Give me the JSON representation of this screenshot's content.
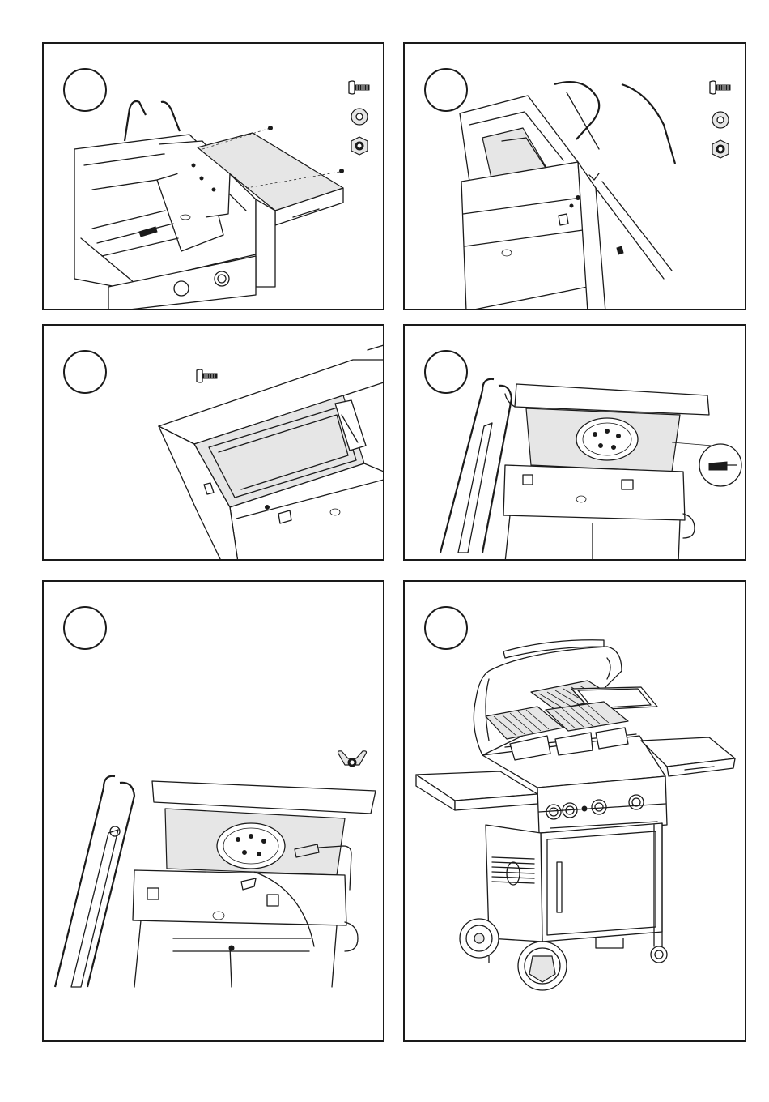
{
  "panels": [
    {
      "id": "p1",
      "step_label": "",
      "hardware_icons": [
        "screw-icon",
        "washer-icon",
        "nut-icon"
      ]
    },
    {
      "id": "p2",
      "step_label": "",
      "hardware_icons": [
        "screw-icon",
        "washer-icon",
        "nut-icon"
      ]
    },
    {
      "id": "p3",
      "step_label": "",
      "hardware_icons": [
        "screw-icon"
      ]
    },
    {
      "id": "p4",
      "step_label": "",
      "hardware_icons": [
        "igniter-icon"
      ]
    },
    {
      "id": "p5",
      "step_label": "",
      "hardware_icons": [
        "wing-nut-icon"
      ]
    },
    {
      "id": "p6",
      "step_label": "",
      "hardware_icons": []
    }
  ],
  "colors": {
    "line": "#1a1a1a",
    "paper": "#ffffff",
    "shade": "#e6e6e6"
  }
}
